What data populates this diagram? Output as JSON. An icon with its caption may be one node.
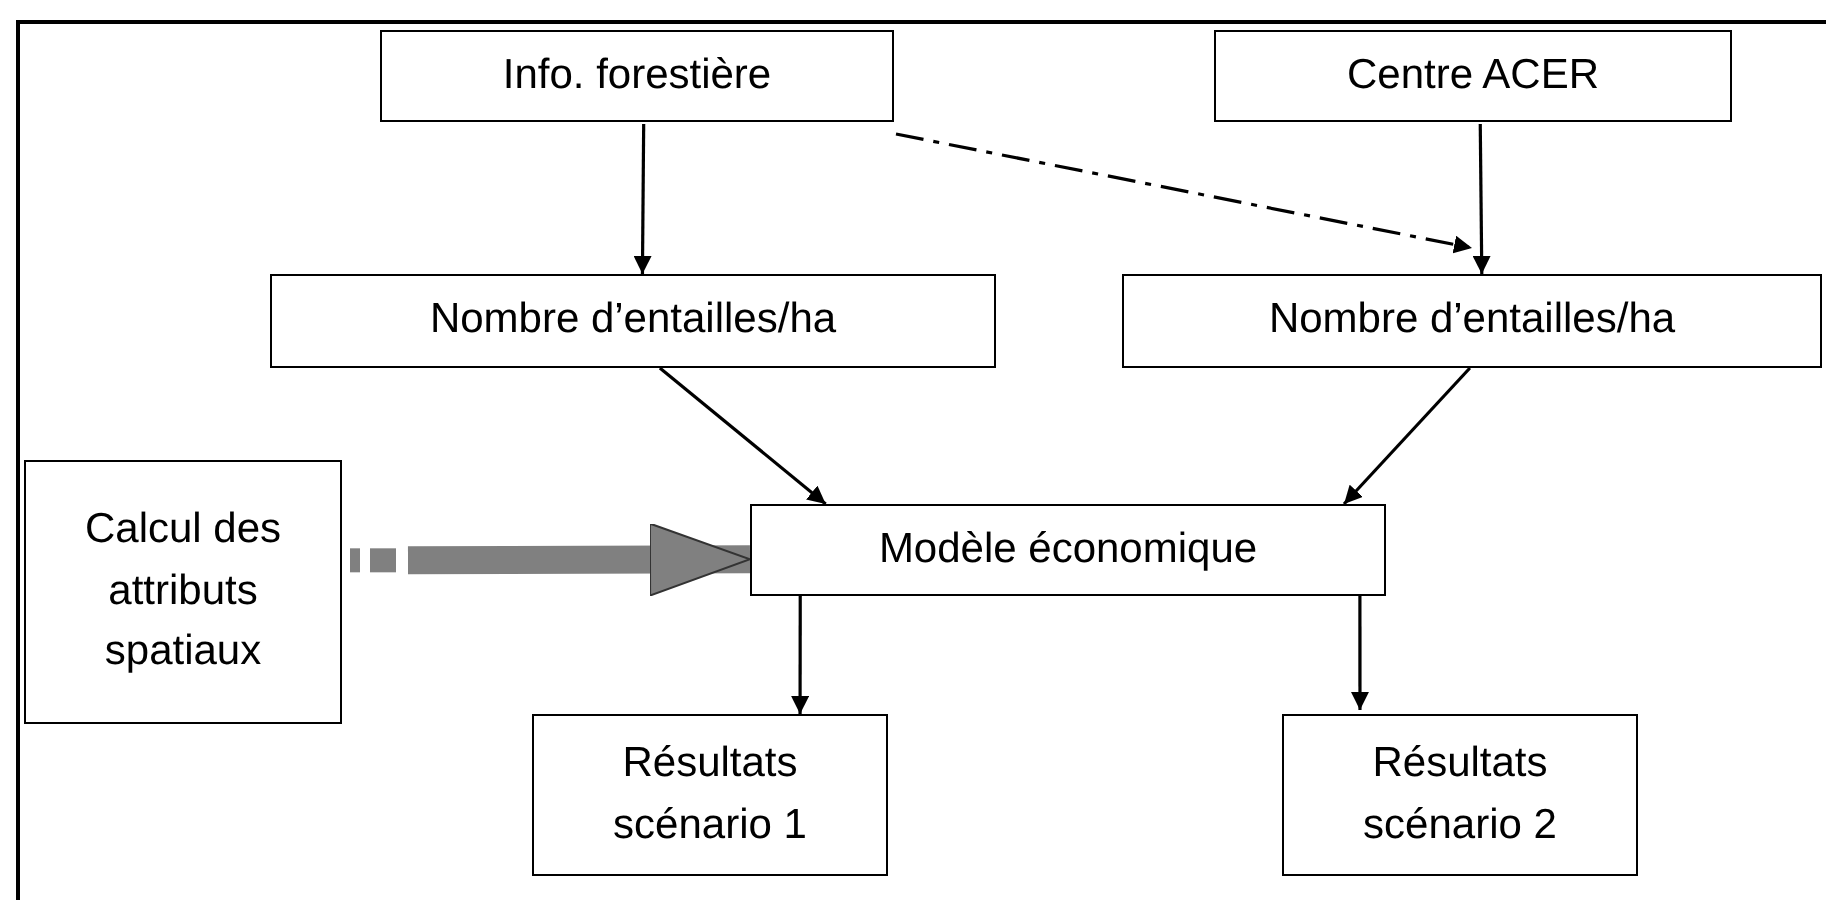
{
  "diagram": {
    "nodes": [
      {
        "text": [
          "Info. forestière"
        ]
      },
      {
        "text": [
          "Centre ACER"
        ]
      },
      {
        "text": [
          "Nombre d’entailles/ha"
        ]
      },
      {
        "text": [
          "Nombre d’entailles/ha"
        ]
      },
      {
        "text": [
          "Calcul des attributs spatiaux"
        ]
      },
      {
        "text": [
          "Modèle économique"
        ]
      },
      {
        "text": [
          "Résultats scénario 1"
        ]
      },
      {
        "text": [
          "Résultats scénario 2"
        ]
      }
    ],
    "edges": [
      {
        "from": 0,
        "to": 2,
        "arrow": "to"
      },
      {
        "from": 1,
        "to": 3,
        "arrow": "to"
      },
      {
        "from": 0,
        "to": 3,
        "arrow": "to",
        "style": "dashed"
      },
      {
        "from": 2,
        "to": 5,
        "arrow": "to"
      },
      {
        "from": 3,
        "to": 5,
        "arrow": "to"
      },
      {
        "from": 4,
        "to": 5,
        "arrow": "to",
        "style": "thick",
        "color": "#808080"
      },
      {
        "from": 5,
        "to": 6,
        "arrow": "to"
      },
      {
        "from": 5,
        "to": 7,
        "arrow": "to"
      }
    ]
  }
}
